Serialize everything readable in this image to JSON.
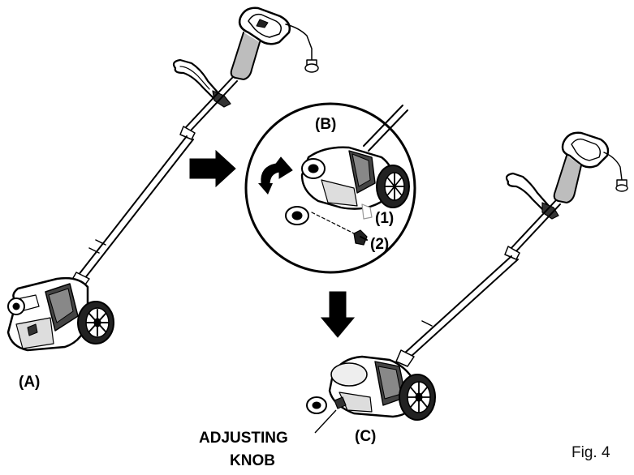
{
  "labels": {
    "a": "(A)",
    "b": "(B)",
    "c": "(C)",
    "step1": "(1)",
    "step2": "(2)",
    "adjusting_line1": "ADJUSTING",
    "adjusting_line2": "KNOB",
    "figure": "Fig. 4"
  },
  "colors": {
    "ink": "#000000",
    "gray": "#555555",
    "light": "#d0d0d0",
    "background": "#ffffff"
  },
  "icons": {
    "arrow_right": "arrow-right-icon",
    "arrow_down": "arrow-down-icon",
    "rotate": "rotate-arrow-icon"
  }
}
